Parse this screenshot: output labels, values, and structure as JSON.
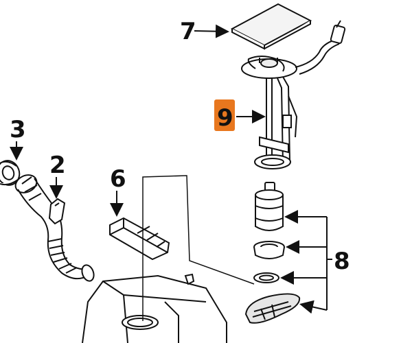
{
  "diagram": {
    "callouts": {
      "c1": "7",
      "c2": "9",
      "c3": "3",
      "c4": "2",
      "c5": "6",
      "c6": "8"
    }
  },
  "colors": {
    "ink": "#111111",
    "highlight": "#e8771e",
    "paper": "#ffffff"
  }
}
